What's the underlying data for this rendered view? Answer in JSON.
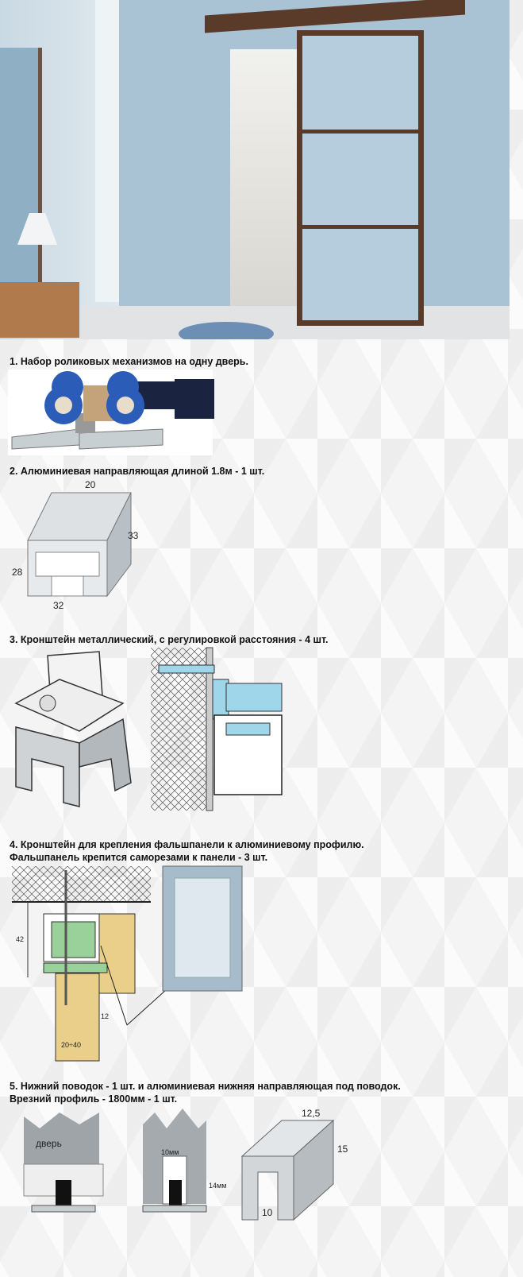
{
  "sections": [
    {
      "title": "1. Набор роликовых механизмов на одну дверь."
    },
    {
      "title": "2. Алюминиевая направляющая длиной 1.8м - 1 шт.",
      "dims": [
        "20",
        "33",
        "28",
        "32"
      ]
    },
    {
      "title": "3. Кронштейн металлический, с регулировкой расстояния - 4 шт."
    },
    {
      "title_line1": "4. Кронштейн для крепления фальшпанели к алюминиевому профилю.",
      "title_line2": "Фальшпанель крепится саморезами к панели - 3 шт.",
      "dims": [
        "42",
        "12",
        "20÷40"
      ]
    },
    {
      "title_line1": "5. Нижний поводок - 1 шт. и алюминиевая нижняя направляющая под поводок.",
      "title_line2": "Врезний профиль - 1800мм - 1 шт.",
      "door_label": "дверь",
      "dims": [
        "10мм",
        "14мм",
        "12,5",
        "15",
        "10"
      ]
    }
  ],
  "colors": {
    "wall": "#a9c4d6",
    "door_frame": "#5a3a28",
    "roller": "#2a5cb8",
    "profile_green": "#9ad09a",
    "wood": "#e9cf8a"
  }
}
